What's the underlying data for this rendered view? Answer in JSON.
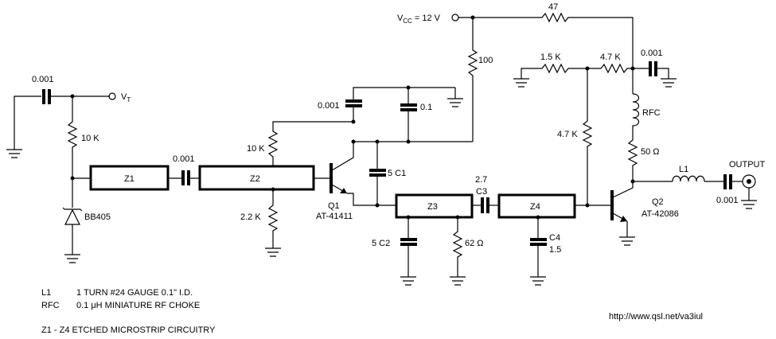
{
  "labels": {
    "vcc": "V",
    "vcc_sub": "CC",
    "vcc_val": "= 12 V",
    "vt": "V",
    "vt_sub": "T",
    "c_input": "0.001",
    "r_10k_a": "10 K",
    "diode": "BB405",
    "z1": "Z1",
    "c_couple": "0.001",
    "z2": "Z2",
    "r_10k_b": "10 K",
    "r_2k2": "2.2 K",
    "q1": "Q1",
    "q1_part": "AT-41411",
    "c_bypass1": "0.001",
    "c_bypass2": "0.1",
    "r_100": "100",
    "c1": "5 C1",
    "z3": "Z3",
    "c2": "5 C2",
    "r_62": "62 Ω",
    "c3_val": "2.7",
    "c3": "C3",
    "z4": "Z4",
    "c4": "C4",
    "c4_val": "1.5",
    "r_47": "47",
    "r_1k5": "1.5 K",
    "r_4k7_top": "4.7 K",
    "c_top": "0.001",
    "rfc": "RFC",
    "r_4k7_left": "4.7 K",
    "r_50": "50 Ω",
    "l1": "L1",
    "q2": "Q2",
    "q2_part": "AT-42086",
    "c_out": "0.001",
    "output": "OUTPUT"
  },
  "notes": {
    "l1_ref": "L1",
    "l1_desc": "1 TURN #24 GAUGE 0.1\" I.D.",
    "rfc_ref": "RFC",
    "rfc_desc": "0.1 μH MINIATURE RF CHOKE",
    "z_desc": "Z1 - Z4 ETCHED MICROSTRIP CIRCUITRY"
  },
  "url": "http://www.qsl.net/va3iul"
}
